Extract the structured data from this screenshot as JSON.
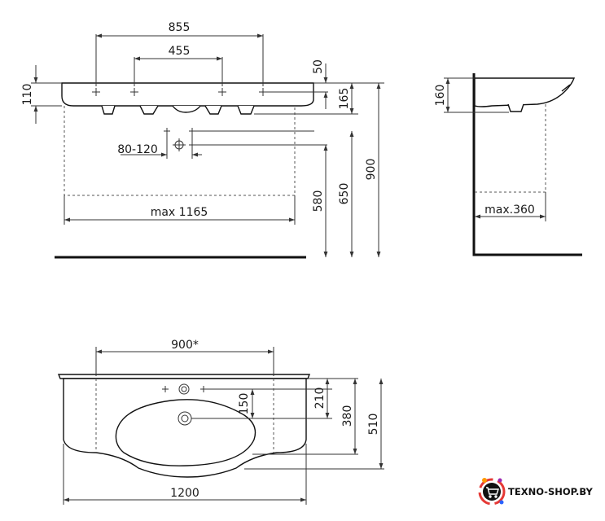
{
  "front_view": {
    "width_855": "855",
    "width_455": "455",
    "height_50": "50",
    "height_110": "110",
    "height_165": "165",
    "range_80_120": "80-120",
    "max_width": "max 1165",
    "height_580": "580",
    "height_650": "650",
    "height_900": "900"
  },
  "side_view": {
    "height_160": "160",
    "max_depth": "max.360"
  },
  "top_view": {
    "width_900": "900*",
    "depth_150": "150",
    "depth_210": "210",
    "depth_380": "380",
    "depth_510": "510",
    "width_1200": "1200"
  },
  "logo": {
    "text": "TEXNO-SHOP.BY",
    "colors": [
      "#e53935",
      "#ff9800",
      "#9c27b0",
      "#2962ff"
    ]
  }
}
